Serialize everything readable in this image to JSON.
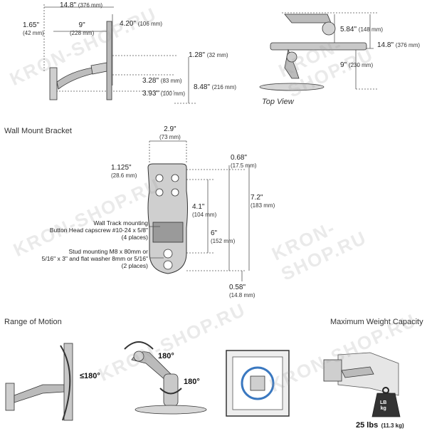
{
  "top_side": {
    "d1_in": "14.8\"",
    "d1_mm": "(376 mm)",
    "d2_in": "1.65\"",
    "d2_mm": "(42 mm)",
    "d3_in": "9\"",
    "d3_mm": "(228 mm)",
    "d4_in": "4.20\"",
    "d4_mm": "(106 mm)",
    "d5_in": "1.28\"",
    "d5_mm": "(32 mm)",
    "d6_in": "3.28\"",
    "d6_mm": "(83 mm)",
    "d7_in": "3.93\"",
    "d7_mm": "(100 mm)",
    "d8_in": "8.48\"",
    "d8_mm": "(216 mm)"
  },
  "top_view": {
    "d1_in": "5.84\"",
    "d1_mm": "(148 mm)",
    "d2_in": "14.8\"",
    "d2_mm": "(376 mm)",
    "d3_in": "9\"",
    "d3_mm": "(230 mm)",
    "caption": "Top View"
  },
  "bracket": {
    "title": "Wall Mount Bracket",
    "w_in": "2.9\"",
    "w_mm": "(73 mm)",
    "a_in": "1.125\"",
    "a_mm": "(28.6 mm)",
    "b_in": "0.68\"",
    "b_mm": "(17.5 mm)",
    "c_in": "4.1\"",
    "c_mm": "(104 mm)",
    "h_in": "7.2\"",
    "h_mm": "(183 mm)",
    "e_in": "6\"",
    "e_mm": "(152 mm)",
    "f_in": "0.58\"",
    "f_mm": "(14.8 mm)",
    "note1_l1": "Wall Track mounting",
    "note1_l2": "Button Head capscrew #10-24 x 5/8\"",
    "note1_l3": "(4 places)",
    "note2_l1": "Stud mounting M8 x 80mm or",
    "note2_l2": "5/16\" x 3\" and flat washer 8mm or 5/16\"",
    "note2_l3": "(2 places)"
  },
  "motion": {
    "title": "Range of Motion",
    "a1": "≤180°",
    "a2": "180°",
    "a3": "180°"
  },
  "capacity": {
    "title": "Maximum Weight Capacity",
    "weight_label": "25 lbs",
    "weight_sub": "(11.3 kg)",
    "icon_lb": "LB",
    "icon_kg": "kg"
  },
  "watermark": "KRON-SHOP.RU"
}
